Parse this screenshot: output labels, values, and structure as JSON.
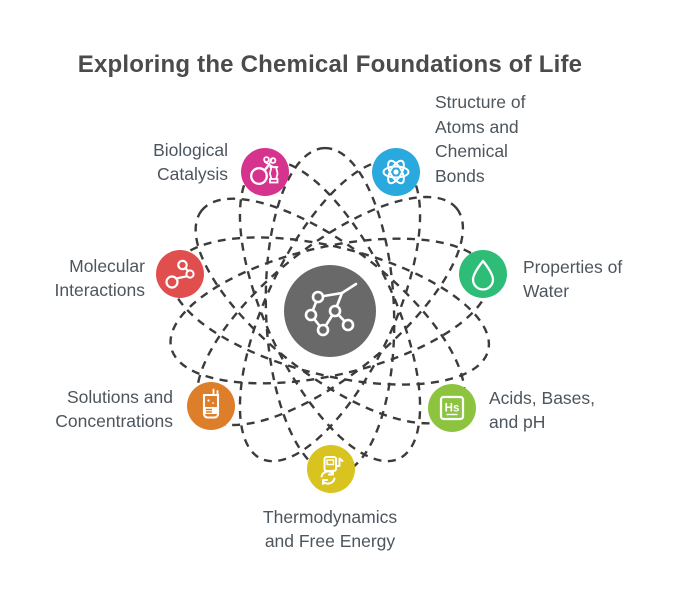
{
  "title": "Exploring the Chemical Foundations of Life",
  "center": {
    "icon": "molecule-network-icon",
    "color": "#696969"
  },
  "orbit_color": "#3b3b3b",
  "text_color": "#4d555d",
  "nodes": [
    {
      "id": "biological-catalysis",
      "label": "Biological Catalysis",
      "lines": [
        "Biological",
        "Catalysis"
      ],
      "color": "#d6338f",
      "icon": "mortar-pestle-icon"
    },
    {
      "id": "structure-of-atoms-and-chemical-bonds",
      "label": "Structure of Atoms and Chemical Bonds",
      "lines": [
        "Structure of",
        "Atoms and",
        "Chemical",
        "Bonds"
      ],
      "color": "#29a9de",
      "icon": "atom-icon"
    },
    {
      "id": "molecular-interactions",
      "label": "Molecular Interactions",
      "lines": [
        "Molecular",
        "Interactions"
      ],
      "color": "#e04f4e",
      "icon": "molecules-icon"
    },
    {
      "id": "properties-of-water",
      "label": "Properties of Water",
      "lines": [
        "Properties of",
        "Water"
      ],
      "color": "#2ebd77",
      "icon": "water-drop-icon"
    },
    {
      "id": "solutions-and-concentrations",
      "label": "Solutions and Concentrations",
      "lines": [
        "Solutions and",
        "Concentrations"
      ],
      "color": "#dd7e2a",
      "icon": "beaker-icon"
    },
    {
      "id": "acids-bases-and-ph",
      "label": "Acids, Bases, and pH",
      "lines": [
        "Acids, Bases,",
        "and pH"
      ],
      "color": "#8cc440",
      "icon": "element-tile-icon",
      "tile_text": "Hs"
    },
    {
      "id": "thermodynamics-and-free-energy",
      "label": "Thermodynamics and Free Energy",
      "lines": [
        "Thermodynamics",
        "and Free Energy"
      ],
      "color": "#d8c31f",
      "icon": "energy-pump-icon"
    }
  ]
}
